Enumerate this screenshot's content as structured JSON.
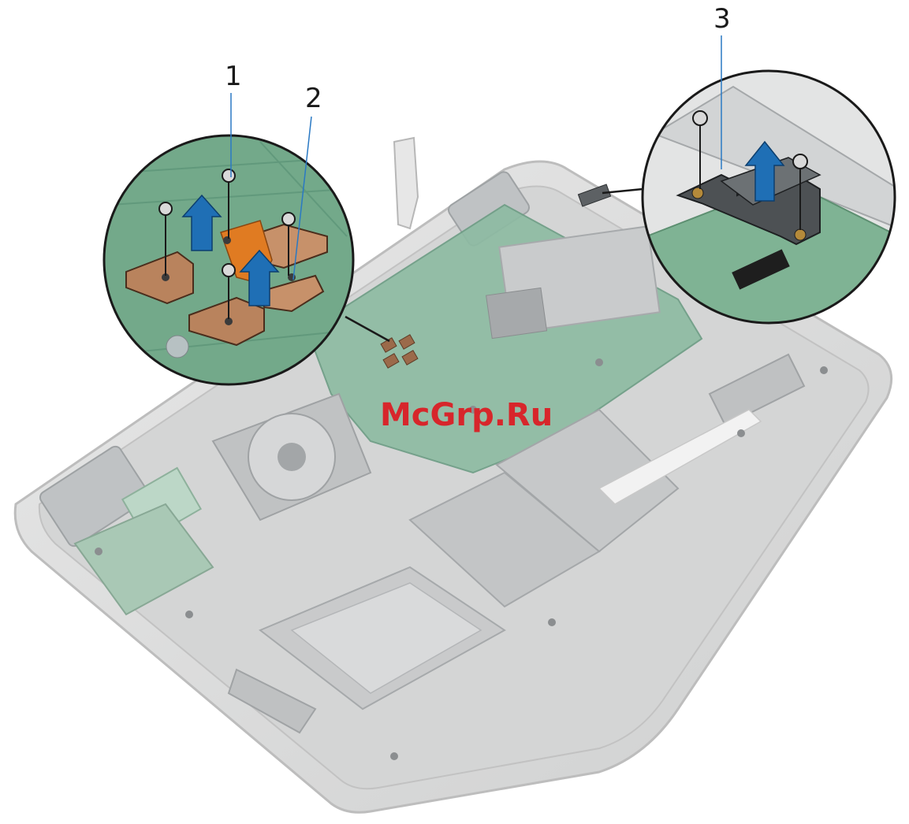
{
  "diagram": {
    "callouts": [
      {
        "label": "1"
      },
      {
        "label": "2"
      },
      {
        "label": "3"
      }
    ],
    "watermark": "McGrp.Ru"
  },
  "colors": {
    "background": "#ffffff",
    "chassis": "#dcdddd",
    "board_green": "#5e9a7a",
    "copper": "#b9835d",
    "arrow": "#1f6fb5",
    "leader_line": "#2a79c4",
    "watermark": "#d7262b"
  },
  "icons": [
    "screw-icon",
    "arrow-up-icon",
    "hinge-bracket-icon"
  ]
}
